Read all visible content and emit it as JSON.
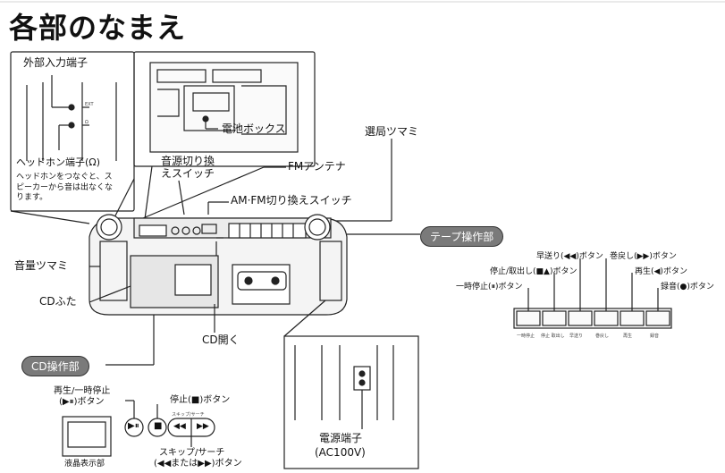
{
  "page": {
    "title": "各部のなまえ"
  },
  "labels": {
    "external_input": "外部入力端子",
    "headphone_jack": "ヘッドホン端子(Ω)",
    "headphone_note": "ヘッドホンをつなぐと、スピーカーから音は出なくなります。",
    "battery_box": "電池ボックス",
    "tuning_knob": "選局ツマミ",
    "source_switch": "音源切り換えスイッチ",
    "fm_antenna": "FMアンテナ",
    "am_fm_switch": "AM·FM切り換えスイッチ",
    "tape_section": "テープ操作部",
    "volume_knob": "音量ツマミ",
    "cd_lid": "CDふた",
    "cd_open": "CD開く",
    "cd_section": "CD操作部",
    "power_terminal": "電源端子",
    "power_terminal_spec": "(AC100V)"
  },
  "tape_buttons": {
    "fast_forward": "早送り(◀◀)ボタン",
    "rewind": "巻戻し(▶▶)ボタン",
    "stop_eject": "停止/取出し(■▲)ボタン",
    "play": "再生(◀)ボタン",
    "pause": "一時停止(⏸)ボタン",
    "record": "録音(●)ボタン",
    "captions": [
      "一時停止",
      "停止 取出し",
      "早送り",
      "巻戻し",
      "再生",
      "録音"
    ]
  },
  "cd_controls": {
    "play_pause": "再生/一時停止",
    "play_pause_symbol": "(▶⏸)ボタン",
    "stop": "停止(■)ボタン",
    "skip": "スキップ/サーチ",
    "skip_symbol": "(◀◀または▶▶)ボタン",
    "lcd": "液晶表示部",
    "skip_panel_caption": "スキップ/サーチ"
  },
  "colors": {
    "line": "#222222",
    "pill": "#7a7a7a",
    "body_fill": "#f4f4f4",
    "panel_fill": "#e6e6e6"
  }
}
